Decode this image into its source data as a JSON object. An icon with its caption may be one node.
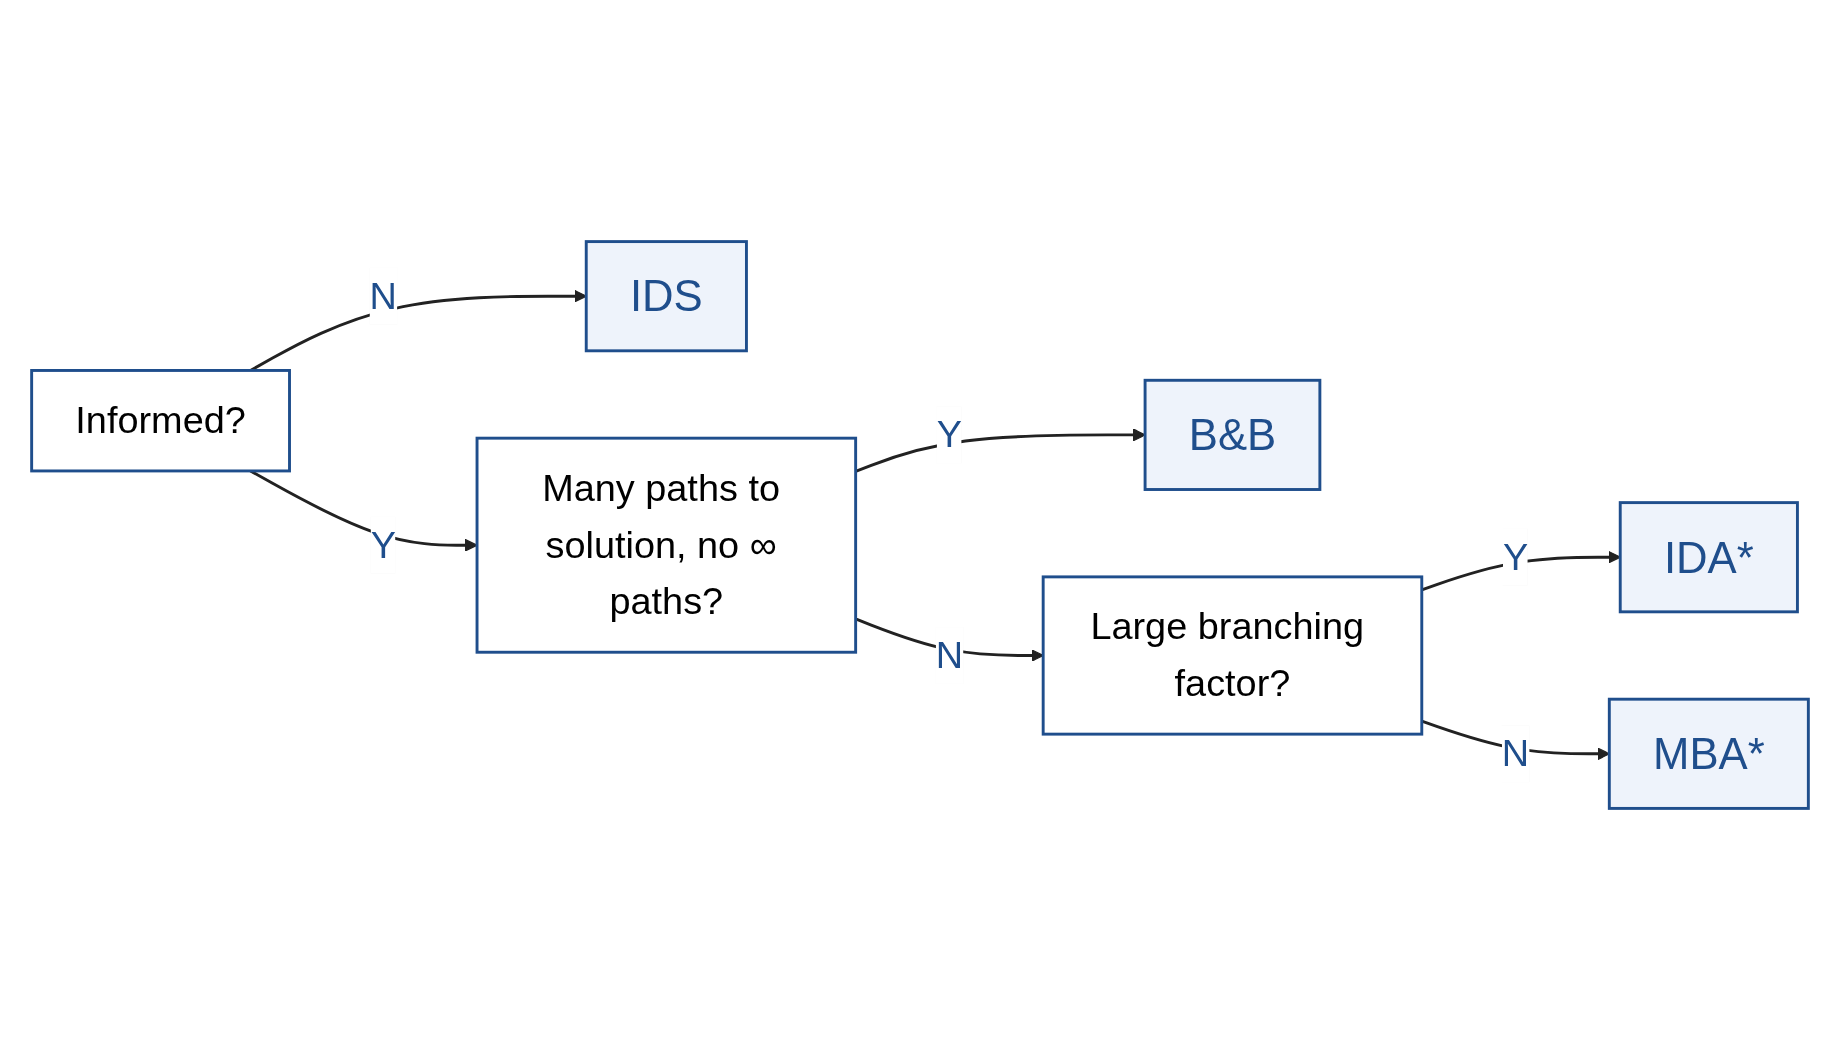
{
  "diagram": {
    "nodes": [
      {
        "text": [
          "Informed?"
        ]
      },
      {
        "text": [
          "IDS"
        ]
      },
      {
        "text": [
          "B&B"
        ]
      },
      {
        "text": [
          "Many paths to solution, no ∞ paths?"
        ]
      },
      {
        "text": [
          "Large branching factor?"
        ]
      },
      {
        "text": [
          "IDA*"
        ]
      },
      {
        "text": [
          "MBA*"
        ]
      }
    ],
    "edges": [
      {
        "from": 0,
        "to": 1,
        "arrow": "to",
        "label": "N"
      },
      {
        "from": 0,
        "to": 3,
        "arrow": "to",
        "label": "Y"
      },
      {
        "from": 3,
        "to": 2,
        "arrow": "to",
        "label": "Y"
      },
      {
        "from": 3,
        "to": 4,
        "arrow": "to",
        "label": "N"
      },
      {
        "from": 4,
        "to": 5,
        "arrow": "to",
        "label": "Y"
      },
      {
        "from": 4,
        "to": 6,
        "arrow": "to",
        "label": "N"
      }
    ]
  }
}
